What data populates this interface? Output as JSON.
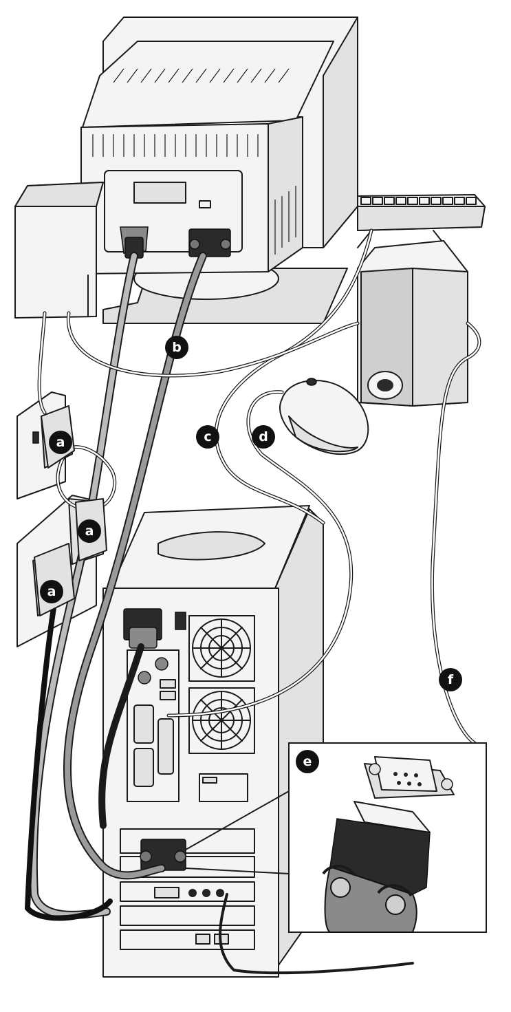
{
  "labels": {
    "a": "a",
    "b": "b",
    "c": "c",
    "d": "d",
    "e": "e",
    "f": "f"
  },
  "colors": {
    "ink": "#1a1a1a",
    "label_fill": "#111111",
    "label_text": "#ffffff",
    "paper": "#ffffff"
  }
}
